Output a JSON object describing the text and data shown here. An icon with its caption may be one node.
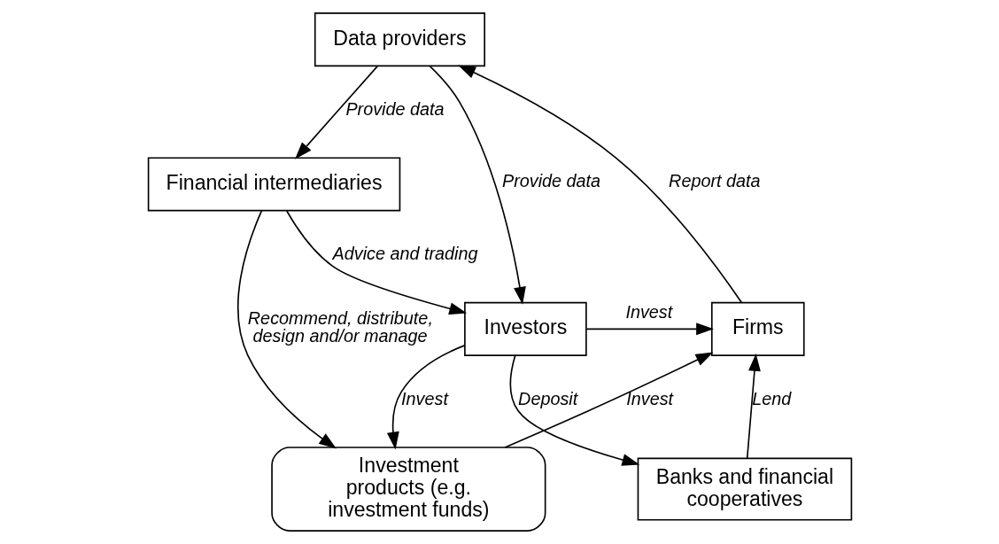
{
  "diagram": {
    "nodes": [
      {
        "text": [
          "Data providers"
        ]
      },
      {
        "text": [
          "Financial intermediaries"
        ]
      },
      {
        "text": [
          "Investors"
        ]
      },
      {
        "text": [
          "Firms"
        ]
      },
      {
        "text": [
          "Investment products (e.g. investment funds)"
        ]
      },
      {
        "text": [
          "Banks and financial cooperatives"
        ]
      }
    ],
    "edges": [
      {
        "from": 0,
        "to": 2,
        "arrow": "to",
        "label": "Provide data"
      },
      {
        "from": 0,
        "to": 1,
        "arrow": "to",
        "label": "Provide data"
      },
      {
        "from": 1,
        "to": 2,
        "arrow": "to",
        "label": "Advice and trading"
      },
      {
        "from": 1,
        "to": 4,
        "arrow": "to",
        "label": "Recommend, distribute, design and/or manage"
      },
      {
        "from": 2,
        "to": 3,
        "arrow": "to",
        "label": "Invest"
      },
      {
        "from": 2,
        "to": 4,
        "arrow": "to",
        "label": "Invest"
      },
      {
        "from": 4,
        "to": 3,
        "arrow": "to",
        "label": "Invest"
      },
      {
        "from": 2,
        "to": 5,
        "arrow": "to",
        "label": "Deposit"
      },
      {
        "from": 5,
        "to": 3,
        "arrow": "to",
        "label": "Lend"
      },
      {
        "from": 3,
        "to": 0,
        "arrow": "to",
        "label": "Report data"
      }
    ]
  }
}
